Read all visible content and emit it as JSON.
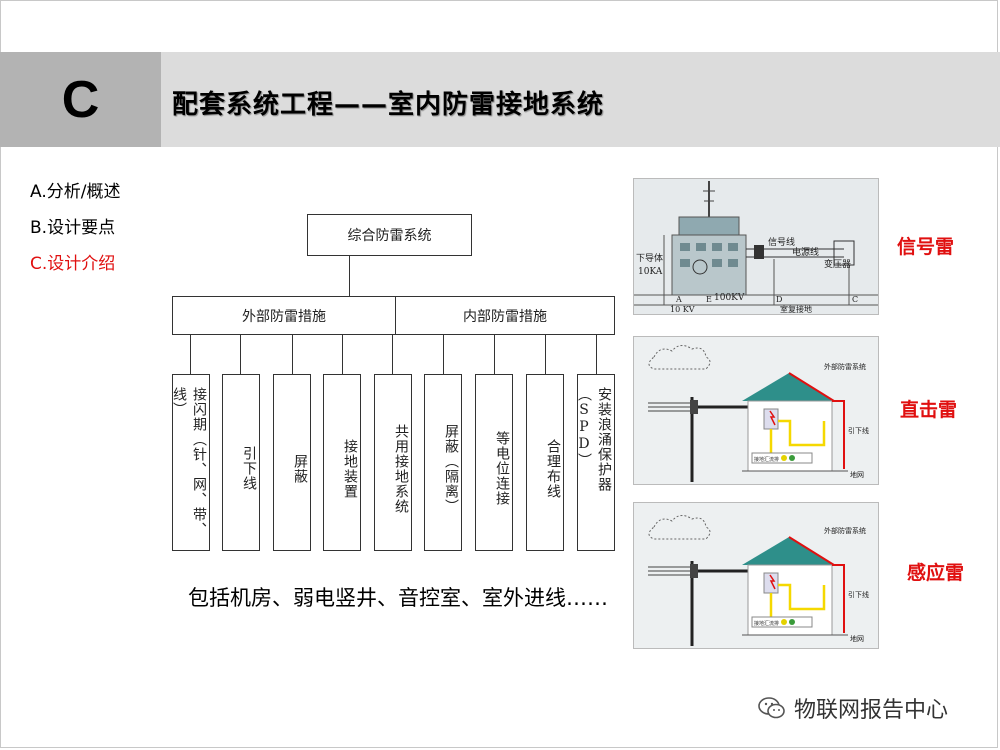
{
  "header": {
    "letter": "C",
    "title": "配套系统工程——室内防雷接地系统"
  },
  "menu": {
    "items": [
      {
        "label": "A.分析/概述"
      },
      {
        "label": "B.设计要点"
      },
      {
        "label": "C.设计介绍"
      }
    ],
    "active_index": 2
  },
  "diagram": {
    "root": "综合防雷系统",
    "branches": [
      {
        "label": "外部防雷措施",
        "leaves": [
          "接闪期（针、网、带、线）",
          "引下线",
          "屏蔽",
          "接地装置"
        ]
      },
      {
        "label": "内部防雷措施",
        "leaves": [
          "共用接地系统",
          "屏蔽（隔离）",
          "等电位连接",
          "合理布线",
          "安装浪涌保护器（SPD）"
        ]
      }
    ],
    "caption": "包括机房、弱电竖井、音控室、室外进线……"
  },
  "photos": {
    "signal": {
      "name": "信号雷",
      "labels": [
        "信号线",
        "电源线",
        "变压器",
        "下导体",
        "10KA",
        "100KV",
        "10 KV",
        "室复接地"
      ],
      "points": [
        "A",
        "E",
        "D",
        "C"
      ]
    },
    "direct": {
      "name": "直击雷",
      "labels": [
        "外部防雷系统",
        "引下线",
        "地网",
        "接地汇流排"
      ]
    },
    "induced": {
      "name": "感应雷",
      "labels": [
        "外部防雷系统",
        "引下线",
        "地网",
        "接地汇流排"
      ]
    }
  },
  "watermark": {
    "text": "物联网报告中心",
    "icon": "wechat-icon"
  },
  "colors": {
    "header_band": "#dcdcdc",
    "letter_box": "#b3b3b3",
    "accent_red": "#e01010",
    "roof_teal": "#2e8f8a"
  }
}
